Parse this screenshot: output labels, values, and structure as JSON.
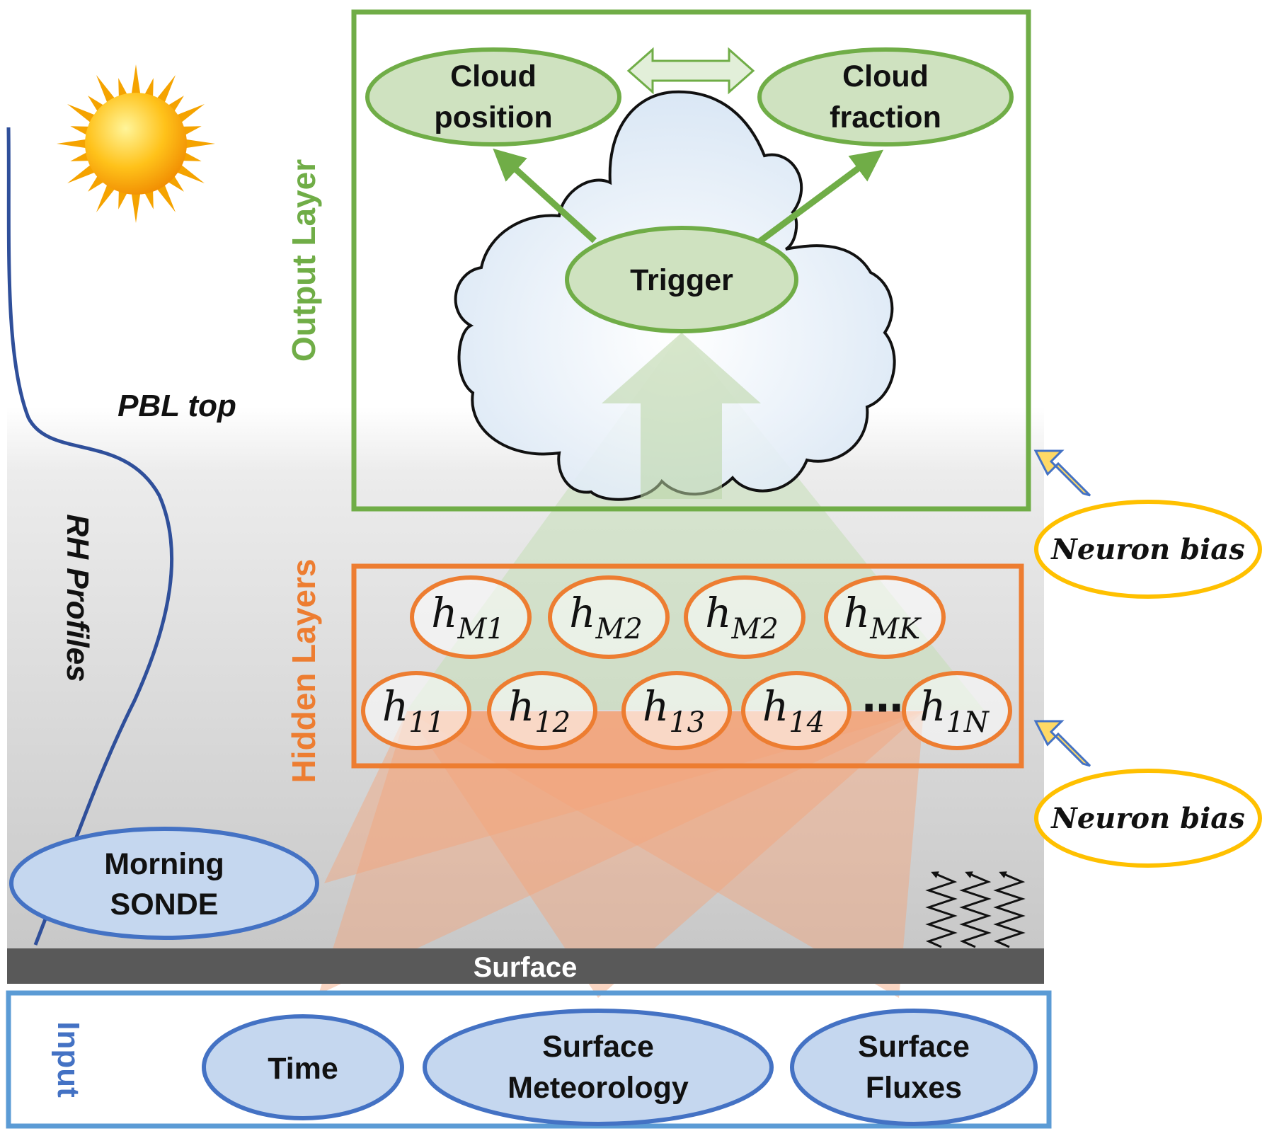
{
  "output": {
    "title": "Output Layer",
    "cloud_position": [
      "Cloud",
      "position"
    ],
    "cloud_fraction": [
      "Cloud",
      "fraction"
    ],
    "trigger": "Trigger"
  },
  "hidden": {
    "title": "Hidden Layers",
    "top_row": [
      {
        "base": "h",
        "sub": "M1"
      },
      {
        "base": "h",
        "sub": "M2"
      },
      {
        "base": "h",
        "sub": "M2"
      },
      {
        "base": "h",
        "sub": "MK"
      }
    ],
    "bottom_row": [
      {
        "base": "h",
        "sub": "11"
      },
      {
        "base": "h",
        "sub": "12"
      },
      {
        "base": "h",
        "sub": "13"
      },
      {
        "base": "h",
        "sub": "14"
      },
      {
        "base": "h",
        "sub": "1N"
      }
    ],
    "ellipsis": "⋯"
  },
  "bias": {
    "top": "Neuron bias",
    "bottom": "Neuron bias"
  },
  "atmosphere": {
    "pbl_top": "PBL top",
    "rh_profiles": "RH Profiles",
    "morning_sonde": [
      "Morning",
      "SONDE"
    ],
    "surface": "Surface"
  },
  "input": {
    "title": "Input",
    "time": "Time",
    "surface_meteorology": [
      "Surface",
      "Meteorology"
    ],
    "surface_fluxes": [
      "Surface",
      "Fluxes"
    ]
  },
  "colors": {
    "green": "#70ad47",
    "orange": "#ed7d31",
    "blue": "#4472c4",
    "input_blue": "#5b9bd5",
    "yellow": "#ffc000",
    "rh_line": "#2f4f9a",
    "surface_bar": "#595959"
  }
}
